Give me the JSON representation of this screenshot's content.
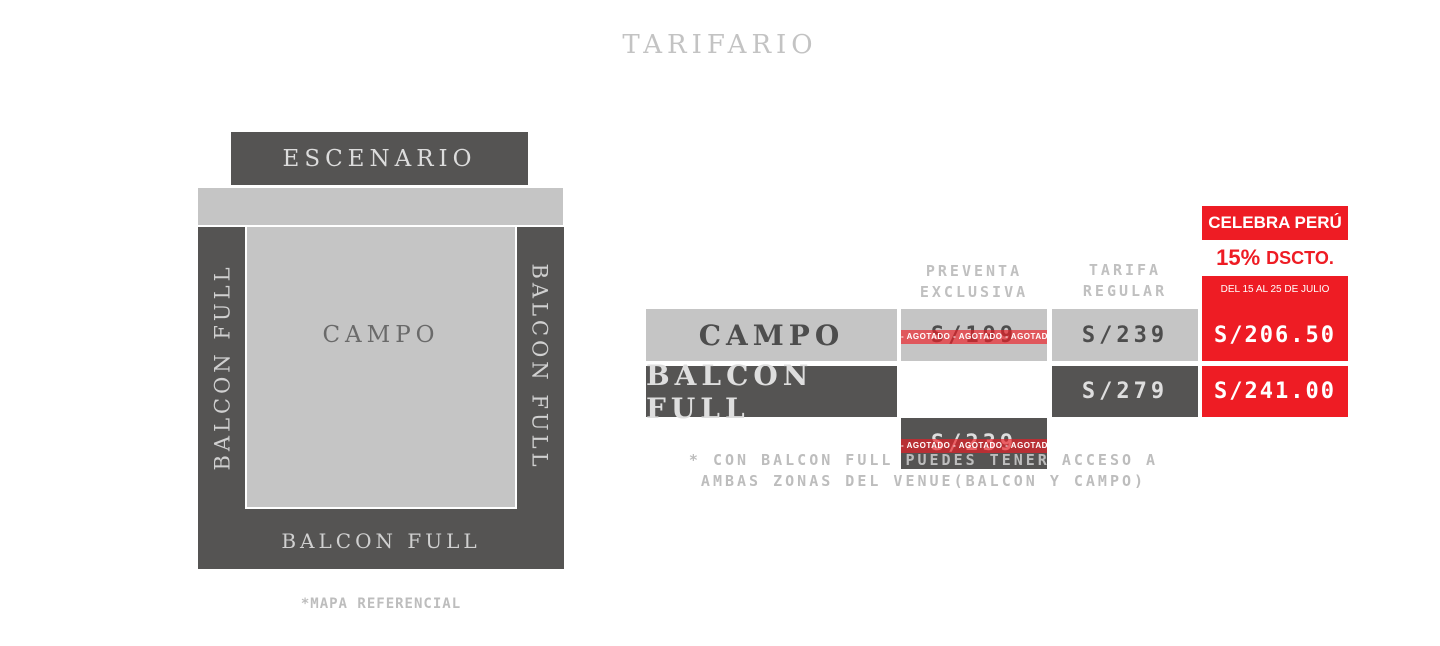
{
  "title": "TARIFARIO",
  "map": {
    "stage": "ESCENARIO",
    "field": "CAMPO",
    "balcony_left": "BALCON FULL",
    "balcony_right": "BALCON FULL",
    "balcony_bottom": "BALCON FULL",
    "note": "*MAPA REFERENCIAL"
  },
  "table": {
    "headers": {
      "presale_line1": "PREVENTA",
      "presale_line2": "EXCLUSIVA",
      "regular_line1": "TARIFA",
      "regular_line2": "REGULAR"
    },
    "promo": {
      "label": "CELEBRA PERÚ",
      "discount": "15%",
      "discount_word": "DSCTO.",
      "dates": "DEL 15 AL 25 DE JULIO"
    },
    "sold_out_text": "- AGOTADO - AGOTADO - AGOTADO - AGOTADO -",
    "rows": [
      {
        "zone": "CAMPO",
        "presale": "S/199",
        "regular": "S/239",
        "promo": "S/206.50"
      },
      {
        "zone": "BALCON FULL",
        "presale": "S/239",
        "regular": "S/279",
        "promo": "S/241.00"
      }
    ]
  },
  "footnote": {
    "line1": "* CON BALCON FULL PUEDES TENER ACCESO A",
    "line2": "AMBAS ZONAS DEL VENUE(BALCON Y CAMPO)"
  },
  "colors": {
    "accent_red": "#ee1c24",
    "dark_gray": "#555453",
    "light_gray": "#c5c5c5"
  }
}
